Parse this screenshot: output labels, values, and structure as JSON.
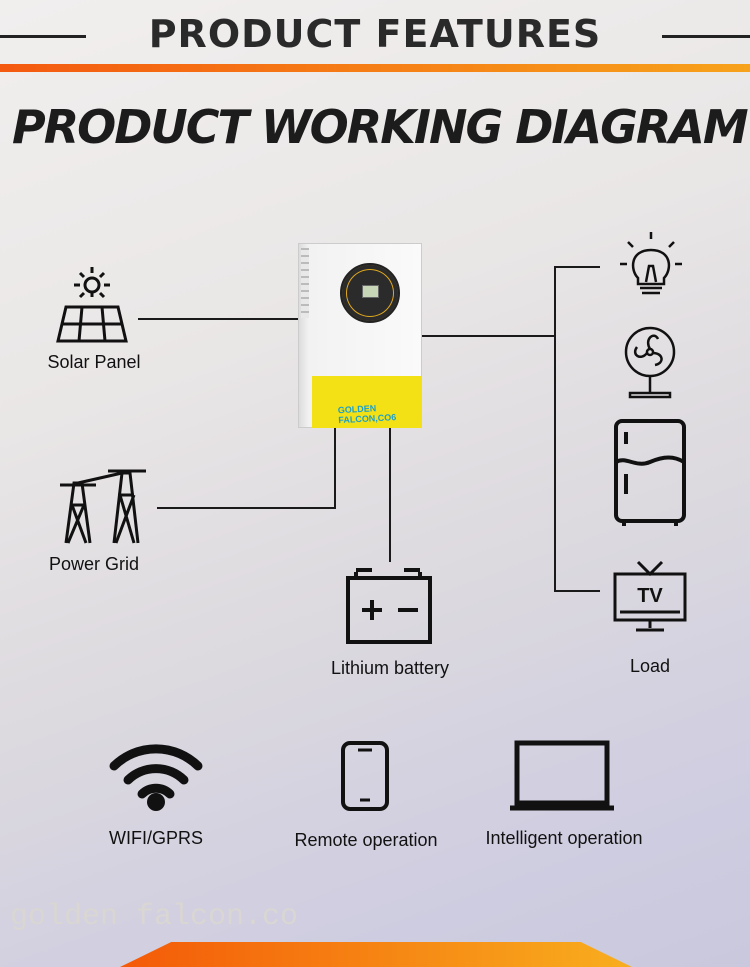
{
  "header": {
    "title": "PRODUCT FEATURES"
  },
  "section_title": "PRODUCT WORKING DIAGRAM",
  "inverter": {
    "brand": "GOLDEN FALCON,CO6"
  },
  "diagram": {
    "solar": "Solar Panel",
    "grid": "Power Grid",
    "battery": "Lithium battery",
    "load": "Load",
    "tv_text": "TV"
  },
  "features": [
    {
      "label": "WIFI/GPRS"
    },
    {
      "label": "Remote operation"
    },
    {
      "label": "Intelligent operation"
    }
  ],
  "watermark": "golden falcon.co",
  "colors": {
    "accent_start": "#f45a10",
    "accent_end": "#f7a21b",
    "inverter_yellow": "#f3e116"
  }
}
